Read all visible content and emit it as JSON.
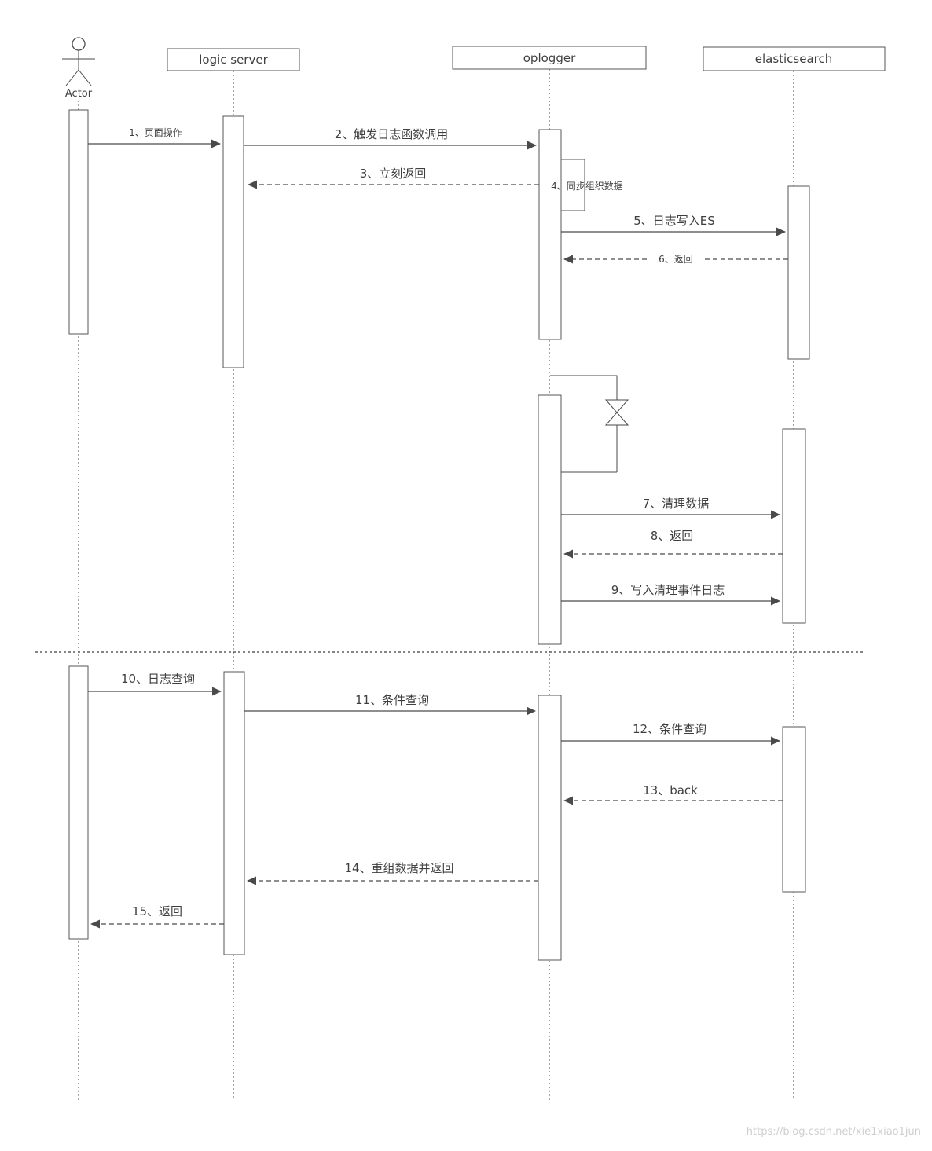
{
  "diagram": {
    "participants": {
      "actor": "Actor",
      "logic_server": "logic server",
      "oplogger": "oplogger",
      "elasticsearch": "elasticsearch"
    },
    "messages": {
      "m1": "1、页面操作",
      "m2": "2、触发日志函数调用",
      "m3": "3、立刻返回",
      "m4": "4、同步组织数据",
      "m5": "5、日志写入ES",
      "m6": "6、返回",
      "m7": "7、清理数据",
      "m8": "8、返回",
      "m9": "9、写入清理事件日志",
      "m10": "10、日志查询",
      "m11": "11、条件查询",
      "m12": "12、条件查询",
      "m13": "13、back",
      "m14": "14、重组数据并返回",
      "m15": "15、返回"
    },
    "watermark": "https://blog.csdn.net/xie1xiao1jun"
  }
}
